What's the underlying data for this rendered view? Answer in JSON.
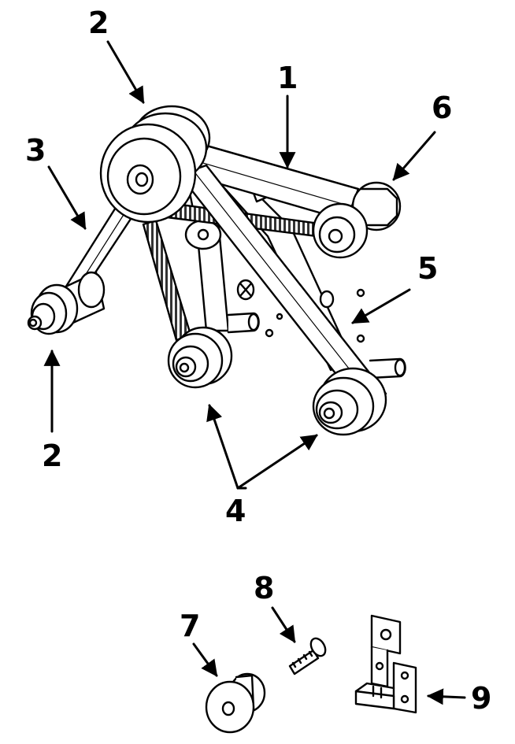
{
  "callouts": {
    "c1": "1",
    "c2_top": "2",
    "c2_bottom": "2",
    "c3": "3",
    "c4": "4",
    "c5": "5",
    "c6": "6",
    "c7": "7",
    "c8": "8",
    "c9": "9"
  },
  "colors": {
    "line": "#000000",
    "background": "#ffffff",
    "shade": "#d9d9d9",
    "belt_teeth": "#3a3a3a"
  }
}
